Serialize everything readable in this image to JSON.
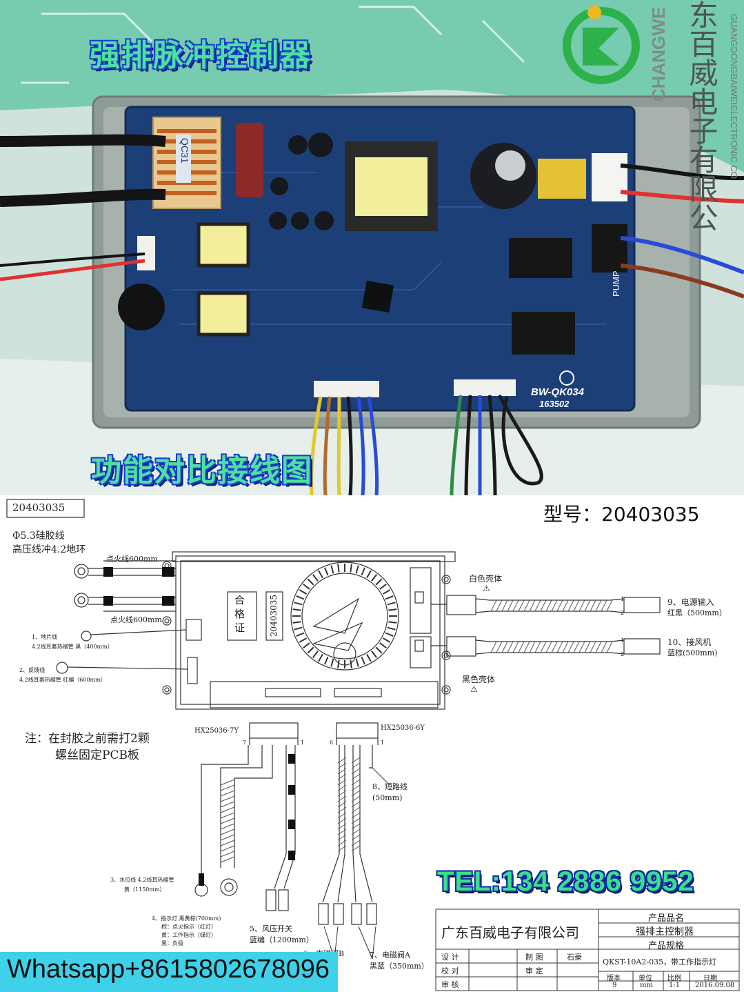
{
  "photo": {
    "title_top": "强排脉冲控制器",
    "title_bottom": "功能对比接线图",
    "logo_text_en": "CHANGWE",
    "logo_text_cn": "东百威电子有限公",
    "logo_text_sub": "GUANGDONGBAIWEIELECTRONIC CO.",
    "coil_label": "QC31",
    "board_model": "BW-QK034",
    "board_code": "163502",
    "pump_label": "PUMP"
  },
  "diagram": {
    "drawing_number": "20403035",
    "model_label": "型号：20403035",
    "wire_spec_1": "Φ5.3硅胶线",
    "wire_spec_2": "高压线冲4.2地环",
    "ignition_wire_a": "点火线600mm",
    "ignition_wire_b": "点火线600mm",
    "cert_text": "合格证",
    "cert_number": "20403035",
    "white_shell": "白色壳体",
    "black_shell": "黑色壳体",
    "item_9_a": "9、电源输入",
    "item_9_b": "红黑（500mm）",
    "item_10_a": "10、接风机",
    "item_10_b": "蓝棕(500mm)",
    "item_1_a": "1、地片线",
    "item_1_b": "4.2线耳套热缩管 黑（400mm）",
    "item_2_a": "2、反馈线",
    "item_2_b": "4.2线耳套热缩管 红编（600mm）",
    "note_1": "注：在封胶之前需打2颗",
    "note_2": "螺丝固定PCB板",
    "conn_7y": "HX25036-7Y",
    "conn_6y": "HX25036-6Y",
    "item_8_a": "8、短路线",
    "item_8_b": "(50mm)",
    "item_3": "3、水位线 4.2线耳热缩管",
    "item_3_b": "黄（1150mm）",
    "item_4_a": "4、指示灯 黑黄棕(700mm)",
    "item_4_b": "棕：点火指示（红灯）",
    "item_4_c": "黄：工作指示（绿灯）",
    "item_4_d": "黑：负极",
    "item_5_a": "5、风压开关",
    "item_5_b": "蓝编（1200mm）",
    "item_6": "6、电磁阀B",
    "item_7_a": "7、电磁阀A",
    "item_7_b": "黑蓝（350mm）",
    "pin_1a": "1",
    "pin_7": "7",
    "pin_6": "6",
    "pin_1b": "1",
    "pin_9_1": "1",
    "pin_9_2": "2",
    "pin_10_1": "1",
    "pin_10_2": "2",
    "warn_mark": "⚠"
  },
  "title_block": {
    "company": "广东百威电子有限公司",
    "product_name_label": "产品品名",
    "product_name": "强排主控制器",
    "spec_label": "产品规格",
    "spec_value": "QKST-10A2-035，带工作指示灯",
    "design": "设 计",
    "check": "校 对",
    "review": "审 核",
    "draw": "制 图",
    "drawer": "石豪",
    "approve": "审 定",
    "version_label": "版本",
    "unit_label": "单位",
    "scale_label": "比例",
    "date_label": "日期",
    "version": "9",
    "unit": "mm",
    "scale": "1:1",
    "date": "2016.09.08"
  },
  "contact": {
    "tel": "TEL:134 2886 9952",
    "whatsapp": "Whatsapp+8615802678096"
  },
  "colors": {
    "title_fill": "#4ee0a0",
    "title_outline": "#1a3cc8",
    "pcb": "#1d3f78",
    "housing": "#9aa6a0",
    "banner": "#3fd1ea"
  }
}
